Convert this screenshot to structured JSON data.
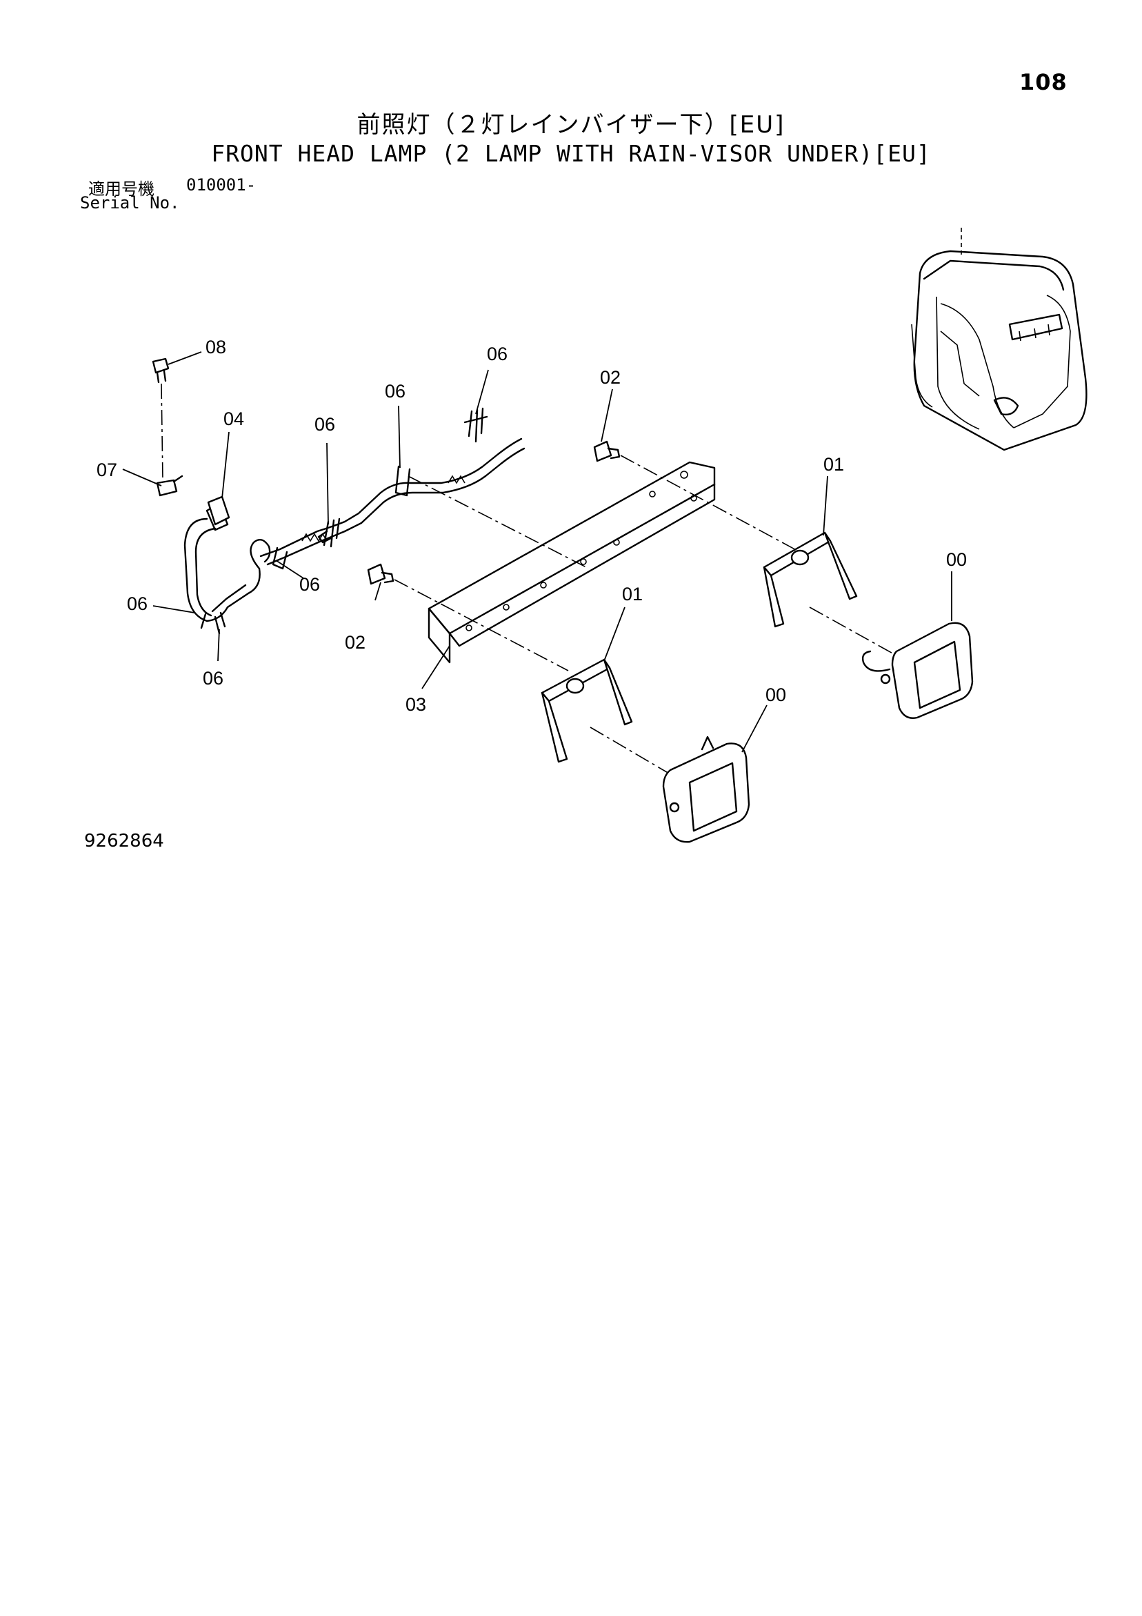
{
  "header": {
    "page_number": "108",
    "title_jp": "前照灯（２灯レインバイザー下）[EU]",
    "title_en": "FRONT HEAD LAMP (2 LAMP WITH RAIN-VISOR UNDER)[EU]"
  },
  "serial": {
    "label_jp": "適用号機",
    "value": "010001-",
    "label_en": "Serial No."
  },
  "footer": {
    "drawing_number": "9262864"
  },
  "callouts": {
    "c08": "08",
    "c04": "04",
    "c07": "07",
    "c06_left": "06",
    "c06_bottom": "06",
    "c06_mid": "06",
    "c06_harness_left": "06",
    "c06_harness_mid": "06",
    "c06_harness_right": "06",
    "c02_top": "02",
    "c02_bottom": "02",
    "c03": "03",
    "c01_right": "01",
    "c01_left": "01",
    "c00_right": "00",
    "c00_left": "00"
  },
  "colors": {
    "line": "#000000",
    "background": "#ffffff"
  }
}
